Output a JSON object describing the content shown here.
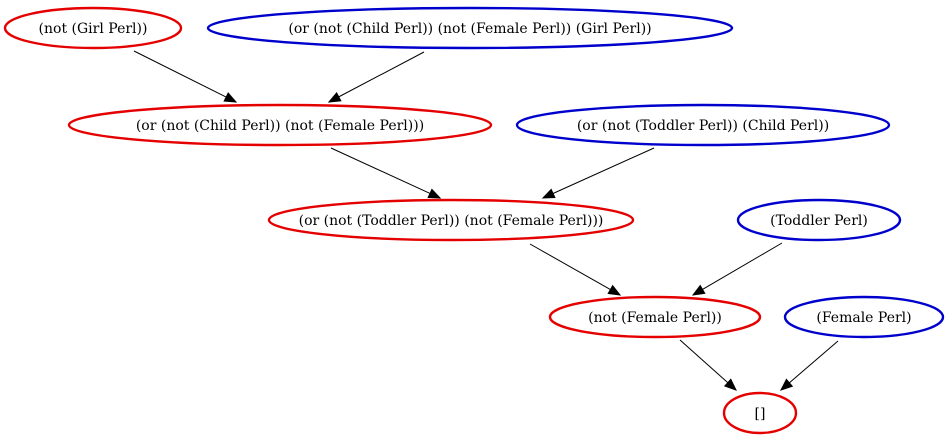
{
  "colors": {
    "derived": "#e50000",
    "input": "#0000cc",
    "edge": "#000000",
    "background": "#ffffff"
  },
  "nodes": [
    {
      "id": "n1",
      "label": "(not (Girl Perl))",
      "kind": "derived"
    },
    {
      "id": "n2",
      "label": "(or (not (Child Perl)) (not (Female Perl)) (Girl Perl))",
      "kind": "input"
    },
    {
      "id": "n3",
      "label": "(or (not (Child Perl)) (not (Female Perl)))",
      "kind": "derived"
    },
    {
      "id": "n4",
      "label": "(or (not (Toddler Perl)) (Child Perl))",
      "kind": "input"
    },
    {
      "id": "n5",
      "label": "(or (not (Toddler Perl)) (not (Female Perl)))",
      "kind": "derived"
    },
    {
      "id": "n6",
      "label": "(Toddler Perl)",
      "kind": "input"
    },
    {
      "id": "n7",
      "label": "(not (Female Perl))",
      "kind": "derived"
    },
    {
      "id": "n8",
      "label": "(Female Perl)",
      "kind": "input"
    },
    {
      "id": "n9",
      "label": "[]",
      "kind": "derived"
    }
  ],
  "edges": [
    {
      "from": "n1",
      "to": "n3"
    },
    {
      "from": "n2",
      "to": "n3"
    },
    {
      "from": "n3",
      "to": "n5"
    },
    {
      "from": "n4",
      "to": "n5"
    },
    {
      "from": "n5",
      "to": "n7"
    },
    {
      "from": "n6",
      "to": "n7"
    },
    {
      "from": "n7",
      "to": "n9"
    },
    {
      "from": "n8",
      "to": "n9"
    }
  ]
}
